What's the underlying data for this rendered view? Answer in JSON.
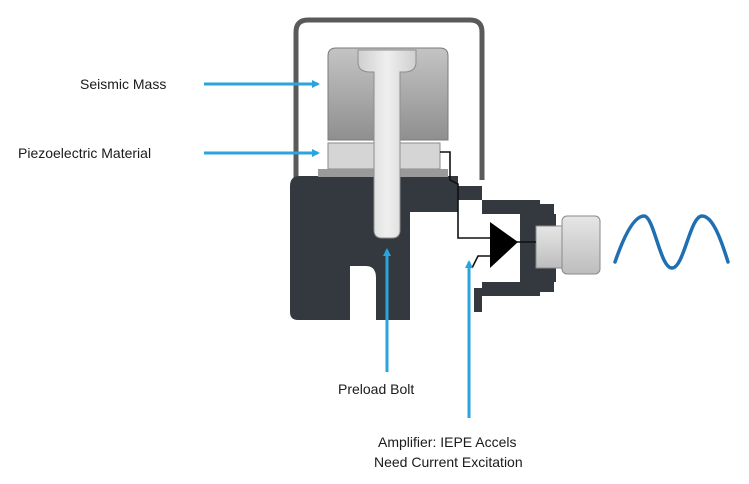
{
  "labels": {
    "seismic_mass": "Seismic Mass",
    "piezo_material": "Piezoelectric Material",
    "preload_bolt": "Preload Bolt",
    "amplifier_line1": "Amplifier: IEPE Accels",
    "amplifier_line2": "Need Current Excitation"
  },
  "colors": {
    "arrow": "#2aa4dc",
    "sine_wave": "#1f6fb2",
    "housing_dark": "#34383f",
    "housing_outline": "#5a5a5a",
    "mass_gray": "#a9a9a9",
    "bolt_light": "#dcdcdc",
    "piezo_light": "#d5d5d5",
    "amplifier": "#000000"
  },
  "icons": {
    "amplifier": "triangle-amplifier-icon",
    "output_signal": "sine-wave-icon"
  }
}
